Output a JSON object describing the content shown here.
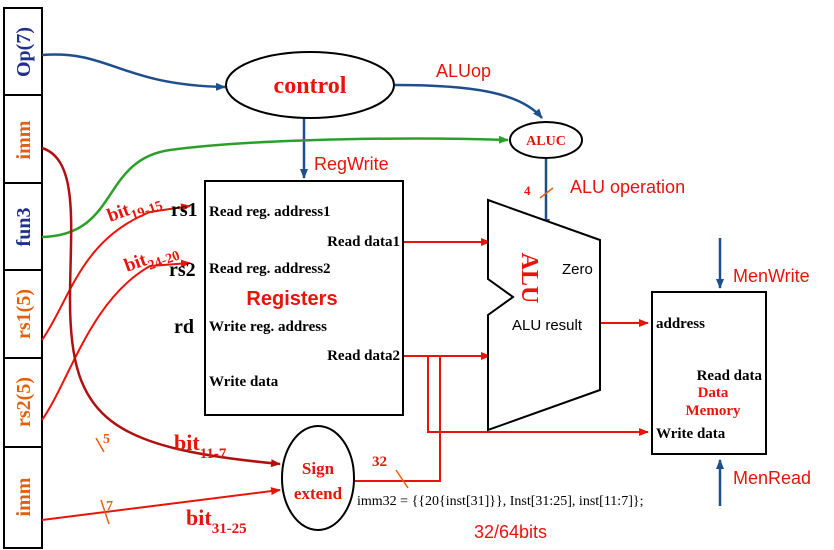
{
  "instruction_fields": [
    {
      "label": "Op(7)",
      "color": "#1f2f8c"
    },
    {
      "label": "imm",
      "color": "#e06010"
    },
    {
      "label": "fun3",
      "color": "#1f2f8c"
    },
    {
      "label": "rs1(5)",
      "color": "#e06010"
    },
    {
      "label": "rs2(5)",
      "color": "#e06010"
    },
    {
      "label": "imm",
      "color": "#e06010"
    }
  ],
  "control": {
    "label": "control"
  },
  "aluc": {
    "label": "ALUC"
  },
  "signals": {
    "aluop": "ALUop",
    "regwrite": "RegWrite",
    "alu_operation": "ALU operation",
    "alu_op_width": "4",
    "menwrite": "MenWrite",
    "menread": "MenRead"
  },
  "registers": {
    "title": "Registers",
    "read_addr1": "Read reg. address1",
    "read_addr2": "Read reg. address2",
    "write_addr": "Write reg. address",
    "read_data1": "Read data1",
    "read_data2": "Read data2",
    "write_data": "Write data",
    "rs1_label": "rs1",
    "rs2_label": "rs2",
    "rd_label": "rd"
  },
  "alu": {
    "title": "ALU",
    "zero": "Zero",
    "result": "ALU result"
  },
  "memory": {
    "address": "address",
    "read_data": "Read data",
    "title_line1": "Data",
    "title_line2": "Memory",
    "write_data": "Write data"
  },
  "sign_extend": {
    "line1": "Sign",
    "line2": "extend",
    "out_width": "32"
  },
  "bit_labels": {
    "b19_15_main": "bit",
    "b19_15_sub": "19-15",
    "b24_20_main": "bit",
    "b24_20_sub": "24-20",
    "b11_7_main": "bit",
    "b11_7_sub": "11-7",
    "b31_25_main": "bit",
    "b31_25_sub": "31-25",
    "w5": "5",
    "w7": "7"
  },
  "imm32_formula": "imm32 = {{20{inst[31]}}, Inst[31:25], inst[11:7]};",
  "bits_note": "32/64bits",
  "colors": {
    "red": "#e8140c",
    "dark_red": "#b01010",
    "blue": "#1f4e8c",
    "green": "#2aa02a",
    "orange": "#e06010"
  }
}
